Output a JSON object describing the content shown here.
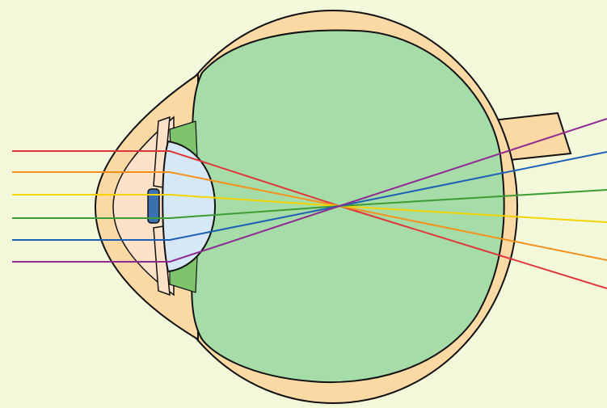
{
  "diagram": {
    "subject": "eye-cross-section",
    "background_color": "#f3f8da",
    "colors": {
      "sclera": "#fad9a4",
      "vitreous": "#a6dca8",
      "outline": "#111111",
      "cornea": "#fad9a4",
      "aqueous": "#fde1c8",
      "lens": "#d6e8f6",
      "iris": "#3a6fb0",
      "ciliary": "#7cc36c"
    },
    "light_rays": [
      {
        "name": "red-ray",
        "color": "#e0353a"
      },
      {
        "name": "orange-ray",
        "color": "#f5901e"
      },
      {
        "name": "yellow-ray",
        "color": "#f4d300"
      },
      {
        "name": "green-ray",
        "color": "#3d9b34"
      },
      {
        "name": "blue-ray",
        "color": "#1c5fb6"
      },
      {
        "name": "violet-ray",
        "color": "#8f2a92"
      }
    ]
  }
}
